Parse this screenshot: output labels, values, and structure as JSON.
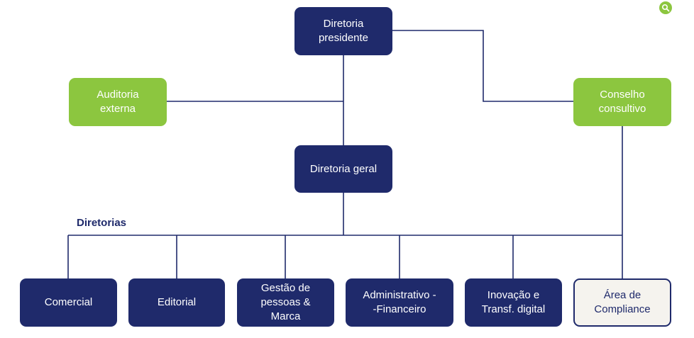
{
  "diagram": {
    "top": {
      "presidente": "Diretoria\npresidente"
    },
    "side": {
      "auditoria": "Auditoria\nexterna",
      "conselho": "Conselho\nconsultivo"
    },
    "geral": "Diretoria geral",
    "section_label": "Diretorias",
    "directorates": [
      "Comercial",
      "Editorial",
      "Gestão de\npessoas &\nMarca",
      "Administrativo -\n-Financeiro",
      "Inovação e\nTransf. digital",
      "Área de\nCompliance"
    ],
    "colors": {
      "navy": "#1f2a6b",
      "green": "#8cc63f",
      "light": "#f5f3ee"
    }
  },
  "icons": {
    "zoom": "search-icon"
  }
}
